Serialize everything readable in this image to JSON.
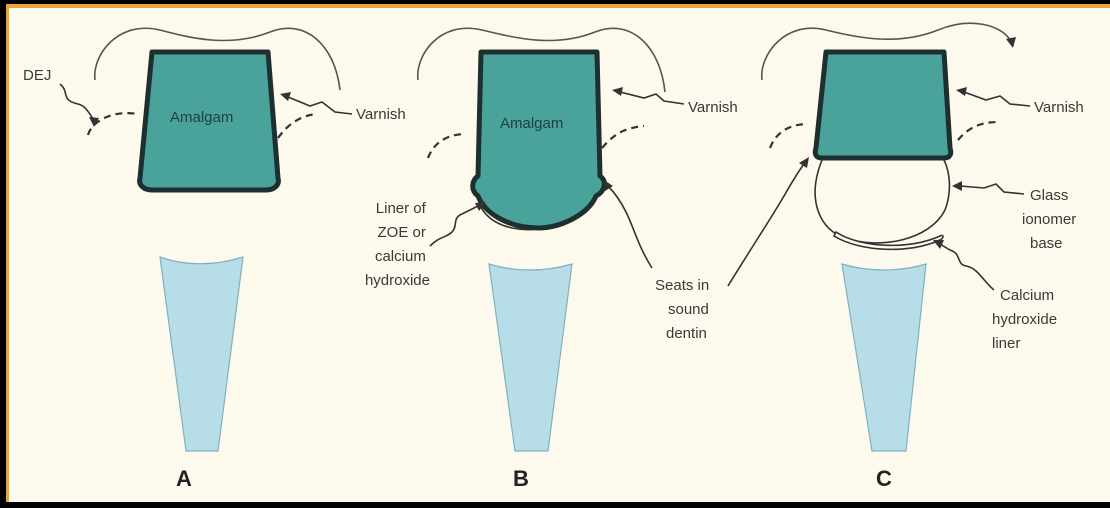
{
  "colors": {
    "background": "#fdf9ec",
    "border_accent": "#e9a43a",
    "amalgam_fill": "#4aa39a",
    "pulp_fill": "#b6dde8",
    "outline": "#1e2f2f"
  },
  "panels": {
    "a": {
      "letter": "A",
      "dej_label": "DEJ",
      "amalgam_label": "Amalgam",
      "varnish_label": "Varnish"
    },
    "b": {
      "letter": "B",
      "amalgam_label": "Amalgam",
      "varnish_label": "Varnish",
      "liner_label": [
        "Liner of",
        "ZOE or",
        "calcium",
        "hydroxide"
      ],
      "seats_label": [
        "Seats in",
        "sound",
        "dentin"
      ]
    },
    "c": {
      "letter": "C",
      "varnish_label": "Varnish",
      "base_label": [
        "Glass",
        "ionomer",
        "base"
      ],
      "liner_label": [
        "Calcium",
        "hydroxide",
        "liner"
      ]
    }
  }
}
